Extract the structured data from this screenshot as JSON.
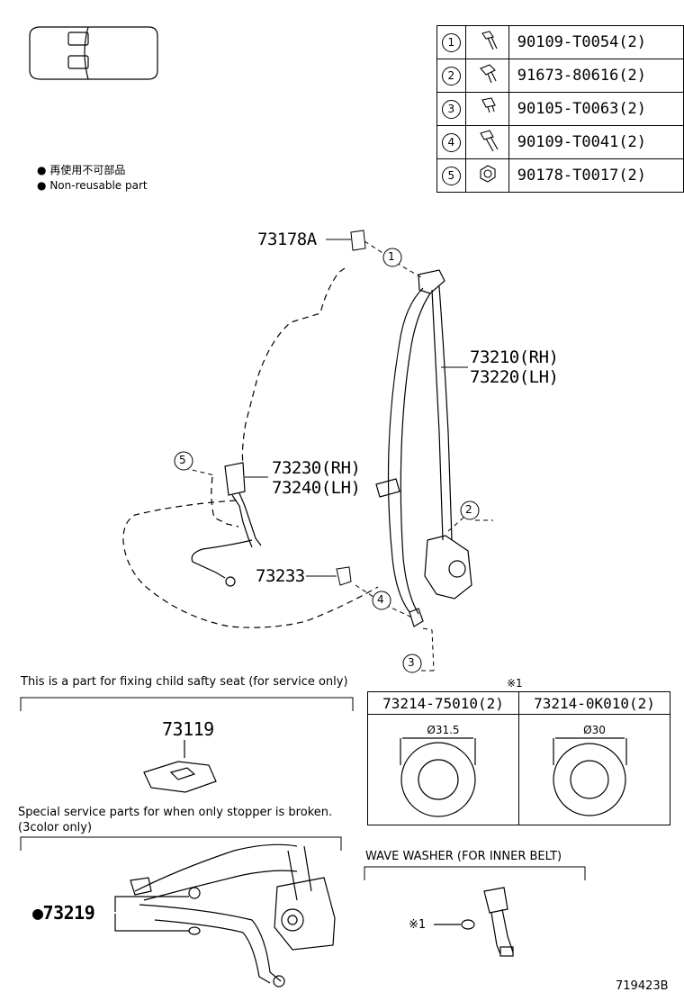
{
  "fastener_table": [
    {
      "no": "1",
      "icon": "bolt-icon",
      "code": "90109-T0054(2)"
    },
    {
      "no": "2",
      "icon": "bolt-icon",
      "code": "91673-80616(2)"
    },
    {
      "no": "3",
      "icon": "bolt-icon",
      "code": "90105-T0063(2)"
    },
    {
      "no": "4",
      "icon": "bolt-icon",
      "code": "90109-T0041(2)"
    },
    {
      "no": "5",
      "icon": "nut-icon",
      "code": "90178-T0017(2)"
    }
  ],
  "legend": {
    "jp": "再使用不可部品",
    "en": "Non-reusable part"
  },
  "parts": {
    "anchor_cover": "73178A",
    "belt_rh": "73210(RH)",
    "belt_lh": "73220(LH)",
    "buckle_rh": "73230(RH)",
    "buckle_lh": "73240(LH)",
    "cover": "73233",
    "child_seat_part": "73119",
    "stopper": "73219"
  },
  "callouts": [
    "1",
    "2",
    "3",
    "4",
    "5"
  ],
  "sections": {
    "child_seat_caption": "This is a part for fixing child safty seat (for service only)",
    "stopper_caption_1": "Special service parts for when only stopper is broken.",
    "stopper_caption_2": "(3color only)",
    "wave_washer_caption": "WAVE WASHER (FOR INNER BELT)",
    "washer_ref": "※1",
    "washer_ref_leader": "※1"
  },
  "washers": [
    {
      "part": "73214-75010(2)",
      "diameter": "Ø31.5"
    },
    {
      "part": "73214-0K010(2)",
      "diameter": "Ø30"
    }
  ],
  "figure_id": "719423B"
}
